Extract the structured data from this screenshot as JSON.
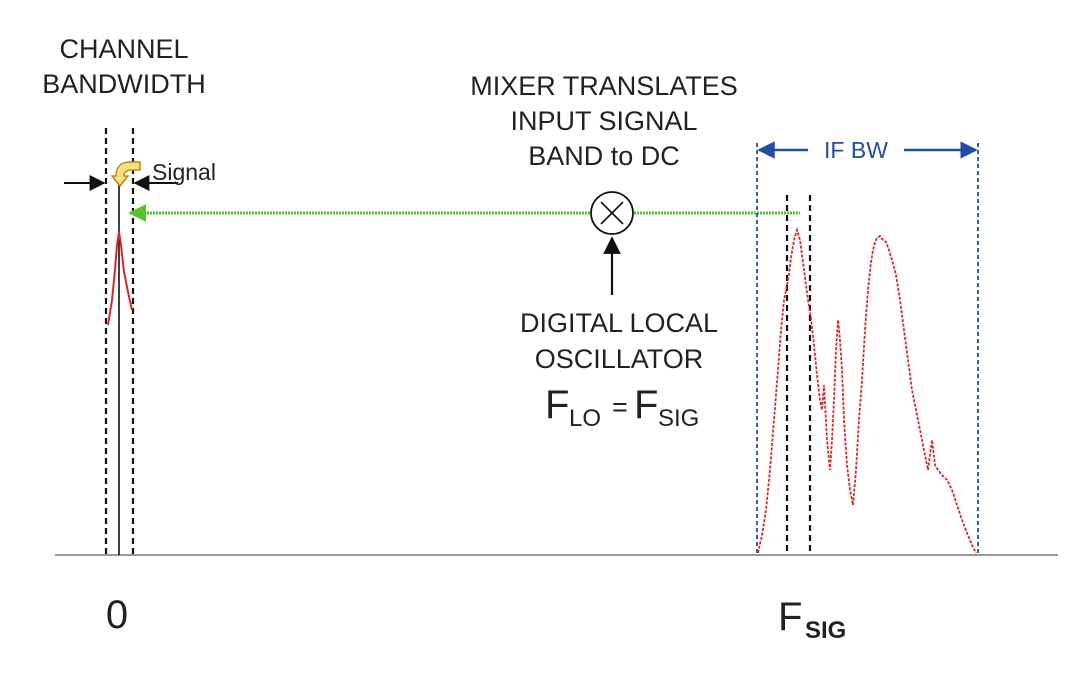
{
  "labels": {
    "channel_bandwidth": [
      "CHANNEL",
      "BANDWIDTH"
    ],
    "signal": "Signal",
    "mixer": [
      "MIXER TRANSLATES",
      "INPUT SIGNAL",
      "BAND to DC"
    ],
    "if_bw": "IF BW",
    "oscillator": [
      "DIGITAL LOCAL",
      "OSCILLATOR"
    ],
    "flo_main": "F",
    "flo_sub": "LO",
    "flo_eq": "=",
    "fsig_main": "F",
    "fsig_sub": "SIG",
    "axis_zero": "0",
    "axis_fsig_main": "F",
    "axis_fsig_sub": "SIG"
  },
  "colors": {
    "baseline": "#999999",
    "dashed_black": "#111111",
    "ifbw_blue": "#1f4ea8",
    "arrow_green": "#55c32a",
    "spectrum_red": "#d42a2a",
    "signal_arrow_fill": "#f7e27a",
    "signal_arrow_stroke": "#b88a1a"
  },
  "icons": {
    "mixer": "multiply-circle-icon",
    "signal_arrow": "curved-arrow-icon"
  }
}
